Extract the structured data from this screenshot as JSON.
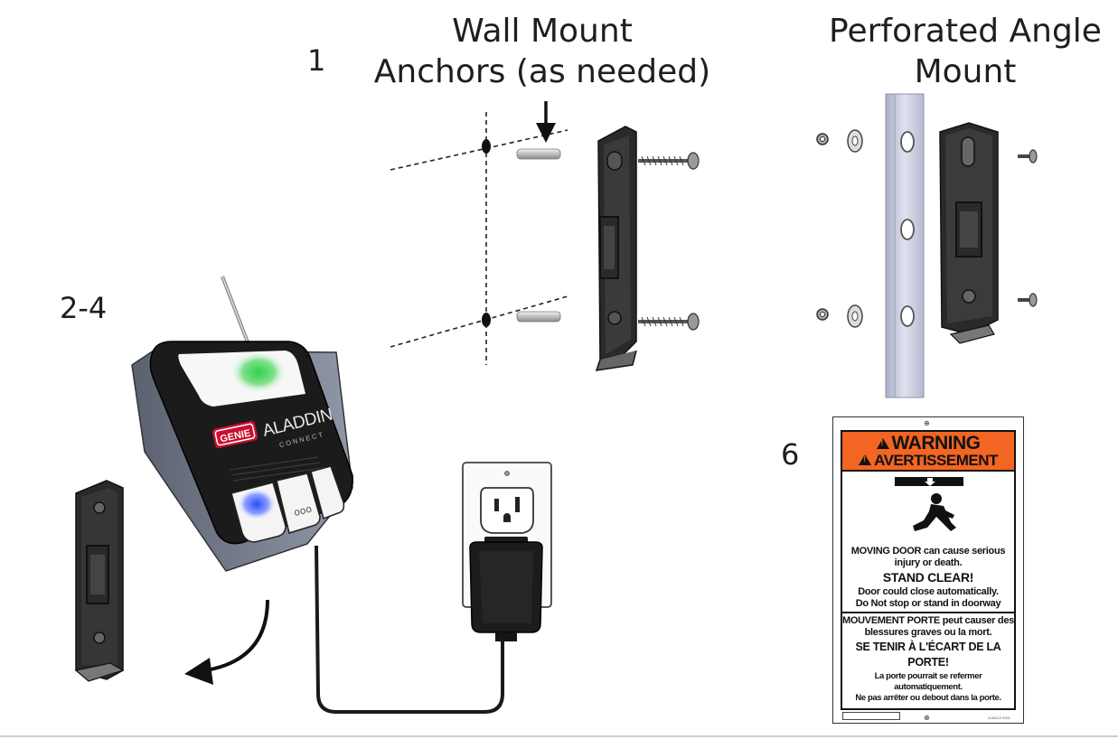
{
  "labels": {
    "wall_mount": "Wall Mount",
    "wall_mount_sub": "Anchors (as needed)",
    "angle_mount": "Perforated Angle",
    "angle_mount_sub": "Mount"
  },
  "steps": {
    "step1": "1",
    "step2_4": "2-4",
    "step6": "6"
  },
  "device": {
    "brand_badge": "GENIE",
    "product_name": "ALADDIN",
    "product_sub": "CONNECT",
    "button_dots": "ooo"
  },
  "warning_sign": {
    "title_en": "WARNING",
    "title_fr": "AVERTISSEMENT",
    "en_line1": "MOVING DOOR can cause serious",
    "en_line2": "injury or death.",
    "en_stand_clear": "STAND CLEAR!",
    "en_line3": "Door could close automatically.",
    "en_line4": "Do Not stop or stand in doorway",
    "fr_line1": "MOUVEMENT PORTE peut causer des",
    "fr_line2": "blessures graves ou la mort.",
    "fr_stand_clear": "SE TENIR À L'ÉCART DE LA PORTE!",
    "fr_line3": "La porte pourrait se refermer automatiquement.",
    "fr_line4": "Ne pas arrêter ou debout dans la porte.",
    "part_code": "1126012.0001"
  },
  "colors": {
    "warning_orange": "#f26522",
    "led_green": "#3fd15a",
    "led_blue": "#3a5cff",
    "bracket": "#2c2c2c",
    "angle_rail": "#c8ccdc"
  }
}
